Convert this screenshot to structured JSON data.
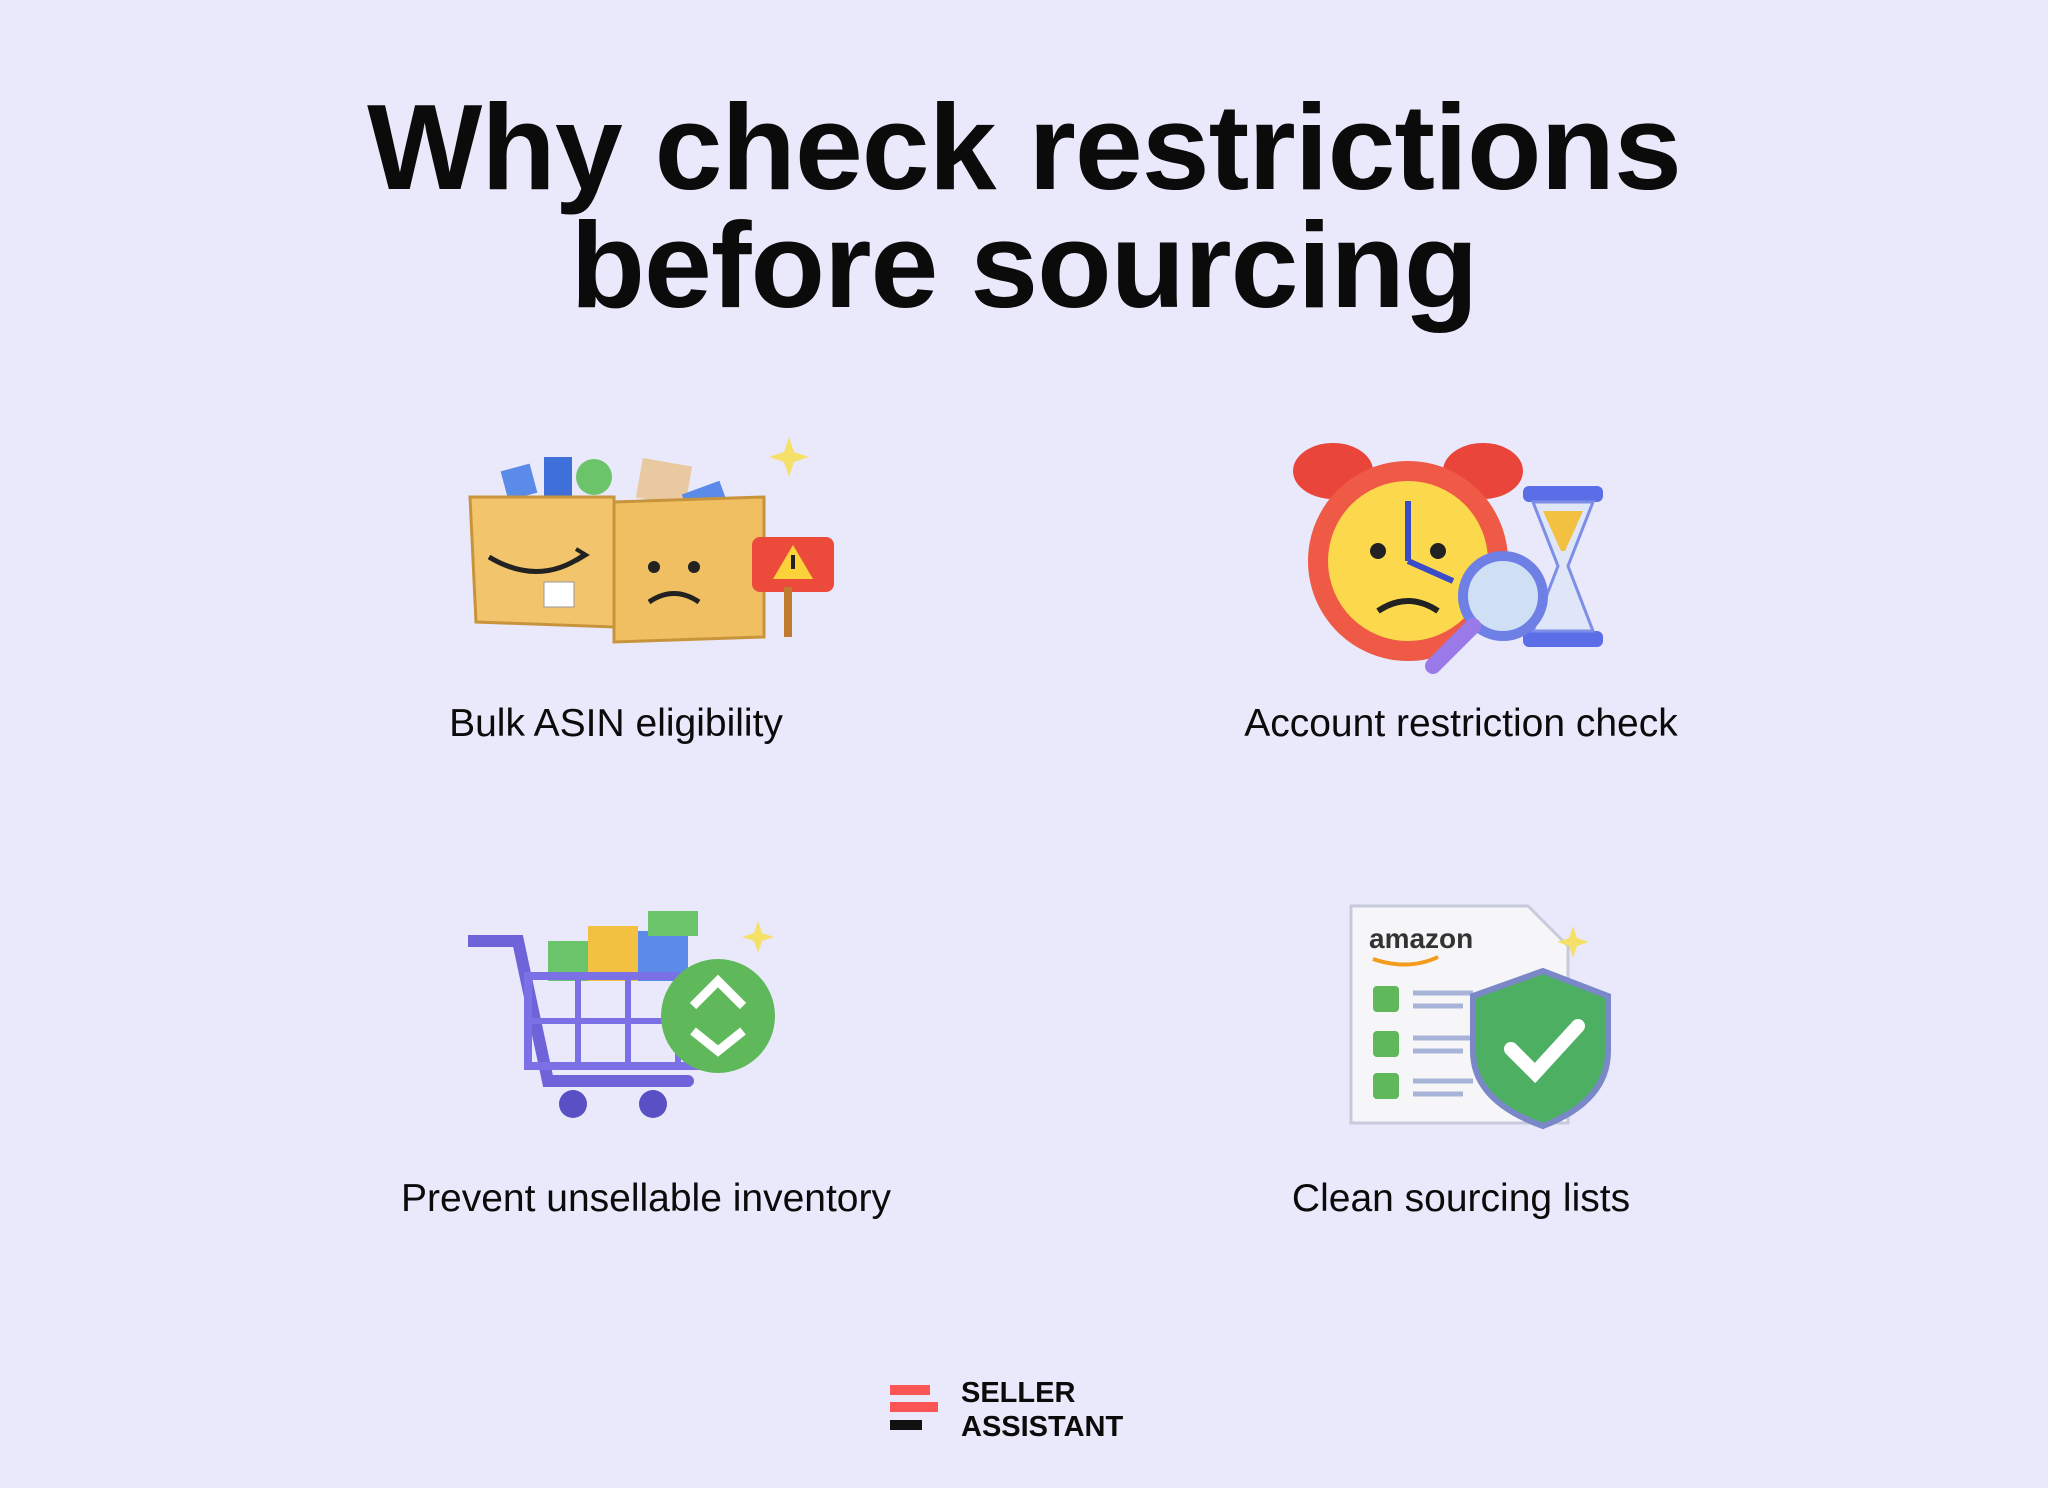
{
  "title": {
    "line1": "Why check restrictions",
    "line2": "before sourcing"
  },
  "features": [
    {
      "label": "Bulk ASIN eligibility",
      "icon": "boxes-warning-icon"
    },
    {
      "label": "Account restriction check",
      "icon": "alarm-clock-hourglass-icon"
    },
    {
      "label": "Prevent unsellable inventory",
      "icon": "shopping-cart-recycle-icon"
    },
    {
      "label": "Clean sourcing lists",
      "icon": "checklist-shield-icon"
    }
  ],
  "document_brand": "amazon",
  "logo": {
    "line1": "SELLER",
    "line2": "ASSISTANT",
    "accent": "#fb5454",
    "dark": "#111111"
  },
  "colors": {
    "background": "#e9e9fb"
  }
}
